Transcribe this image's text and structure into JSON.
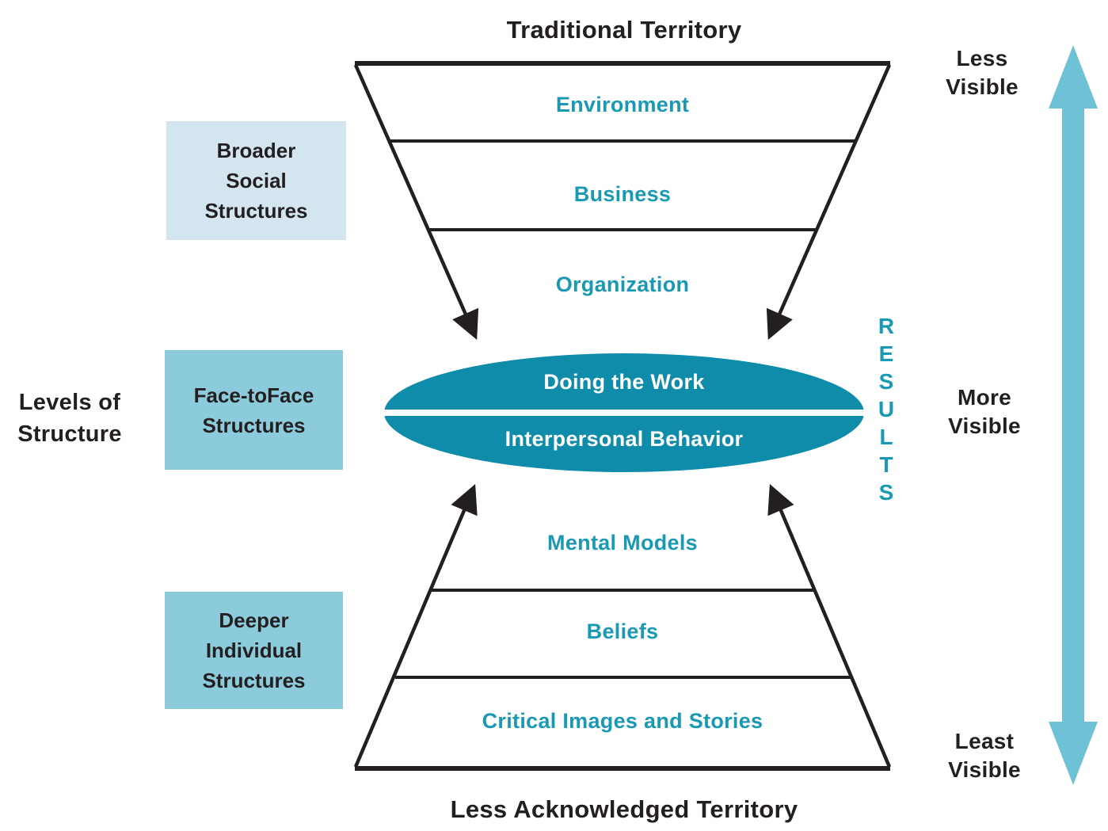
{
  "title_top": "Traditional Territory",
  "title_bottom": "Less Acknowledged Territory",
  "left_axis_label": "Levels of\nStructure",
  "side_boxes": [
    {
      "label": "Broader\nSocial\nStructures"
    },
    {
      "label": "Face-toFace\nStructures"
    },
    {
      "label": "Deeper\nIndividual\nStructures"
    }
  ],
  "funnel_levels": [
    "Environment",
    "Business",
    "Organization"
  ],
  "ellipse": {
    "top": "Doing the Work",
    "bottom": "Interpersonal Behavior"
  },
  "pyramid_levels": [
    "Mental Models",
    "Beliefs",
    "Critical Images and Stories"
  ],
  "results_label": "R\nE\nS\nU\nL\nT\nS",
  "visibility_labels": {
    "top": "Less\nVisible",
    "middle": "More\nVisible",
    "bottom": "Least\nVisible"
  },
  "colors": {
    "teal_fill": "#0f8ca9",
    "teal_text": "#1a99b5",
    "light_box": "#d3e6f0",
    "medium_box": "#8ccbdb",
    "arrow_blue": "#6fc2d6",
    "ink": "#231f20"
  }
}
